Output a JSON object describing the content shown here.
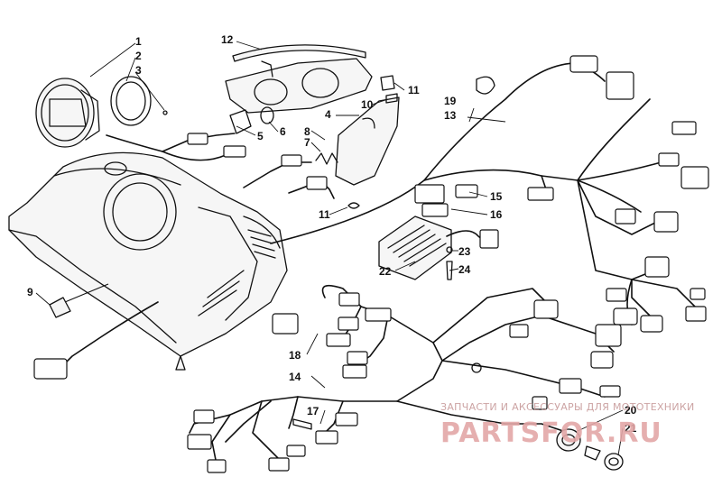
{
  "diagram_title": "",
  "callouts": {
    "c1": "1",
    "c2": "2",
    "c3": "3",
    "c4": "4",
    "c5": "5",
    "c6": "6",
    "c7": "7",
    "c8": "8",
    "c9": "9",
    "c10": "10",
    "c11a": "11",
    "c11b": "11",
    "c12": "12",
    "c13": "13",
    "c14": "14",
    "c15": "15",
    "c16": "16",
    "c17": "17",
    "c18": "18",
    "c19": "19",
    "c20": "20",
    "c21": "21",
    "c22": "22",
    "c23": "23",
    "c24": "24"
  },
  "watermark": {
    "caption": "ЗАПЧАСТИ И АКСЕССУАРЫ ДЛЯ МОТОТЕХНИКИ",
    "logo": "PARTSFOR.RU"
  },
  "colors": {
    "line": "#111111",
    "watermark": "#e3a7a7"
  }
}
